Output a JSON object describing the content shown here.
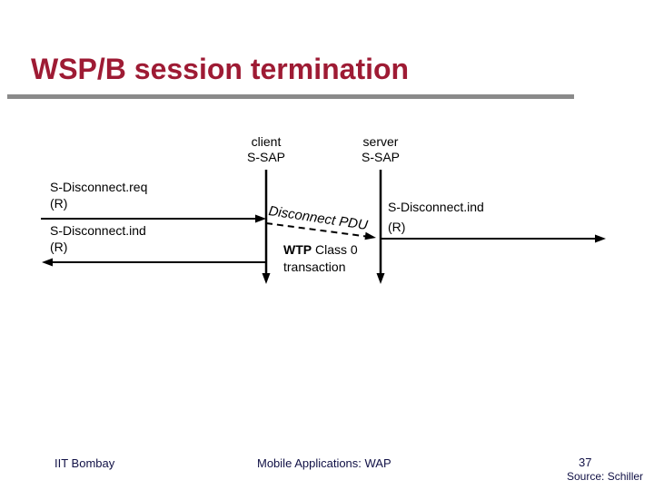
{
  "slide": {
    "title": "WSP/B session termination",
    "colors": {
      "title": "#9e1b34",
      "rule": "#8a8a8a",
      "diagram_ink": "#000000",
      "footer_text": "#101045",
      "background": "#ffffff"
    }
  },
  "diagram": {
    "client": {
      "role": "client",
      "sap": "S-SAP"
    },
    "server": {
      "role": "server",
      "sap": "S-SAP"
    },
    "left_messages": [
      {
        "name": "S-Disconnect.req",
        "param": "(R)"
      },
      {
        "name": "S-Disconnect.ind",
        "param": "(R)"
      }
    ],
    "right_message": {
      "name": "S-Disconnect.ind",
      "param": "(R)"
    },
    "pdu_arrow_label": "Disconnect PDU",
    "transaction_note": {
      "bold": "WTP",
      "rest": " Class 0",
      "line2": "transaction"
    }
  },
  "footer": {
    "institution": "IIT Bombay",
    "course": "Mobile Applications: WAP",
    "page_number": "37",
    "source": "Source: Schiller"
  }
}
